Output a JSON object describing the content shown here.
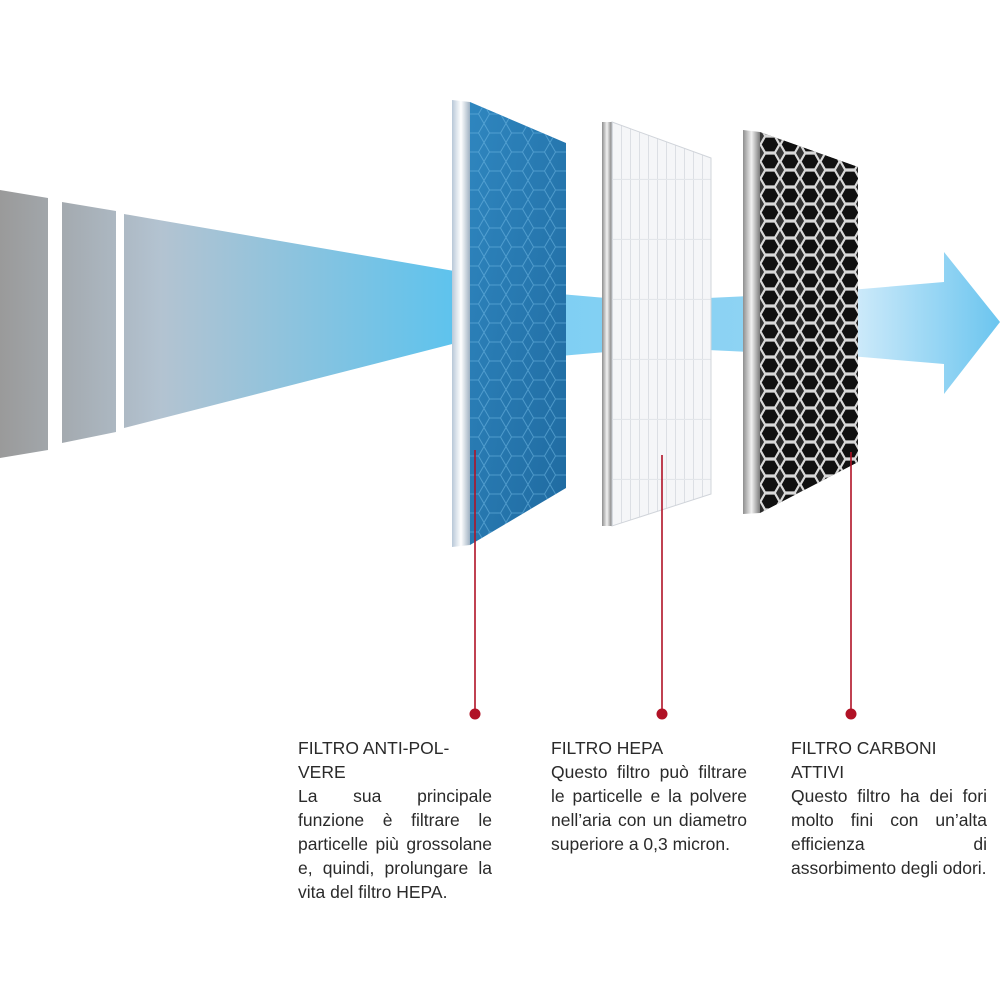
{
  "diagram": {
    "colors": {
      "airflow_start": "#9a9a9a",
      "airflow_end": "#5cc3ee",
      "arrow_light": "#d8eefb",
      "arrow_dark": "#6bc5ef",
      "dust_filter": "#2a7db4",
      "hepa_filter": "#f4f5f7",
      "carbon_filter": "#2b2b2b",
      "callout_red": "#b11226"
    },
    "filters": [
      {
        "id": "dust",
        "title": "FILTRO ANTI-POL-\nVERE",
        "description": "La sua principale funzione è filtrare le particelle più grossolane e, quindi, prolungare la vita del filtro HEPA."
      },
      {
        "id": "hepa",
        "title": "FILTRO HEPA",
        "description": "Questo filtro può filtrare le particelle e la polvere nell’aria con un diametro superiore a 0,3 micron."
      },
      {
        "id": "carbon",
        "title": "FILTRO CARBONI\nATTIVI",
        "description": "Questo filtro ha dei fori molto fini con un’alta efficienza di assorbimento degli odori."
      }
    ]
  }
}
